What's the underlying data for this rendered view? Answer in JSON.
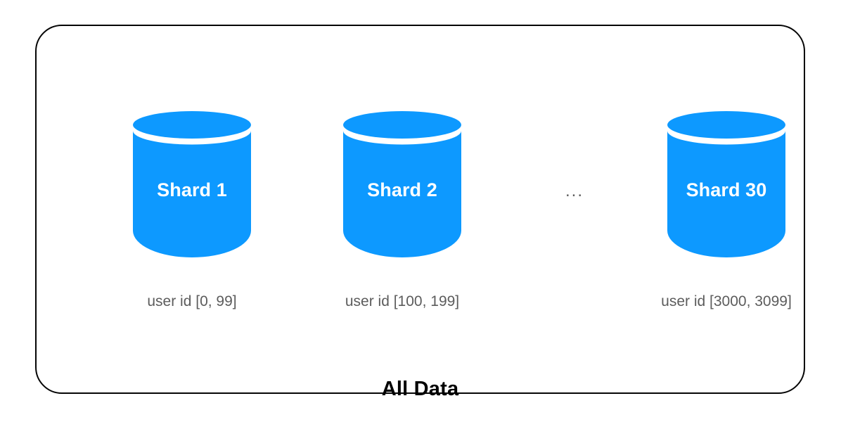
{
  "diagram": {
    "container": {
      "label": "All Data",
      "border_color": "#050505"
    },
    "accent_color": "#0d99ff",
    "label_color": "#5c5c5c",
    "shards": [
      {
        "name": "Shard 1",
        "caption": "user id [0, 99]",
        "id_range_start": 0,
        "id_range_end": 99
      },
      {
        "name": "Shard 2",
        "caption": "user id [100, 199]",
        "id_range_start": 100,
        "id_range_end": 199
      },
      {
        "name": "Shard 30",
        "caption": "user id [3000, 3099]",
        "id_range_start": 3000,
        "id_range_end": 3099
      }
    ],
    "ellipsis": "..."
  }
}
